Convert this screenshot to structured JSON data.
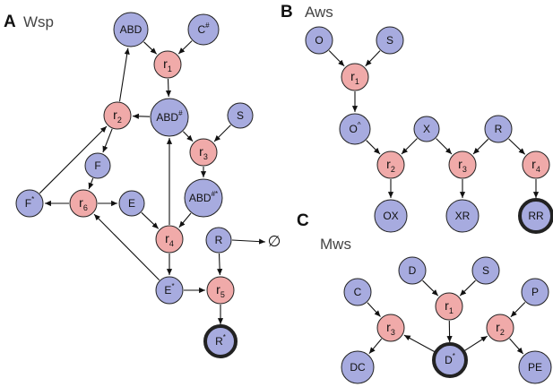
{
  "colors": {
    "species": "#a7abdf",
    "reaction": "#f0aaa9",
    "stroke": "#222222",
    "edge": "#111111"
  },
  "panels": [
    {
      "id": "A",
      "letter": "A",
      "title": "Wsp",
      "nodes": [
        {
          "id": "ABD_top",
          "kind": "species",
          "label": "ABD",
          "sup": ""
        },
        {
          "id": "Cs",
          "kind": "species",
          "label": "C",
          "sup": "#"
        },
        {
          "id": "r1",
          "kind": "reaction",
          "label": "r",
          "sub": "1"
        },
        {
          "id": "ABDs",
          "kind": "species",
          "label": "ABD",
          "sup": "#"
        },
        {
          "id": "r2",
          "kind": "reaction",
          "label": "r",
          "sub": "2"
        },
        {
          "id": "S",
          "kind": "species",
          "label": "S",
          "sup": ""
        },
        {
          "id": "r3",
          "kind": "reaction",
          "label": "r",
          "sub": "3"
        },
        {
          "id": "F",
          "kind": "species",
          "label": "F",
          "sup": ""
        },
        {
          "id": "Fstar",
          "kind": "species",
          "label": "F",
          "sup": "*"
        },
        {
          "id": "r6",
          "kind": "reaction",
          "label": "r",
          "sub": "6"
        },
        {
          "id": "E",
          "kind": "species",
          "label": "E",
          "sup": ""
        },
        {
          "id": "ABDss",
          "kind": "species",
          "label": "ABD",
          "sup": "#*"
        },
        {
          "id": "r4",
          "kind": "reaction",
          "label": "r",
          "sub": "4"
        },
        {
          "id": "R",
          "kind": "species",
          "label": "R",
          "sup": ""
        },
        {
          "id": "Estar",
          "kind": "species",
          "label": "E",
          "sup": "*"
        },
        {
          "id": "r5",
          "kind": "reaction",
          "label": "r",
          "sub": "5"
        },
        {
          "id": "Rstar",
          "kind": "species",
          "label": "R",
          "sup": "*",
          "highlight": true
        }
      ],
      "extra_symbols": [
        {
          "id": "empty",
          "text": "∅"
        }
      ]
    },
    {
      "id": "B",
      "letter": "B",
      "title": "Aws",
      "nodes": [
        {
          "id": "O",
          "kind": "species",
          "label": "O",
          "sup": ""
        },
        {
          "id": "S",
          "kind": "species",
          "label": "S",
          "sup": ""
        },
        {
          "id": "r1",
          "kind": "reaction",
          "label": "r",
          "sub": "1"
        },
        {
          "id": "Ohat",
          "kind": "species",
          "label": "O",
          "sup": "^"
        },
        {
          "id": "X",
          "kind": "species",
          "label": "X",
          "sup": ""
        },
        {
          "id": "R",
          "kind": "species",
          "label": "R",
          "sup": ""
        },
        {
          "id": "r2",
          "kind": "reaction",
          "label": "r",
          "sub": "2"
        },
        {
          "id": "r3",
          "kind": "reaction",
          "label": "r",
          "sub": "3"
        },
        {
          "id": "r4",
          "kind": "reaction",
          "label": "r",
          "sub": "4"
        },
        {
          "id": "OX",
          "kind": "species",
          "label": "OX",
          "sup": ""
        },
        {
          "id": "XR",
          "kind": "species",
          "label": "XR",
          "sup": ""
        },
        {
          "id": "RR",
          "kind": "species",
          "label": "RR",
          "sup": "",
          "highlight": true
        }
      ]
    },
    {
      "id": "C",
      "letter": "C",
      "title": "Mws",
      "nodes": [
        {
          "id": "D",
          "kind": "species",
          "label": "D",
          "sup": ""
        },
        {
          "id": "S",
          "kind": "species",
          "label": "S",
          "sup": ""
        },
        {
          "id": "C",
          "kind": "species",
          "label": "C",
          "sup": ""
        },
        {
          "id": "P",
          "kind": "species",
          "label": "P",
          "sup": ""
        },
        {
          "id": "r1",
          "kind": "reaction",
          "label": "r",
          "sub": "1"
        },
        {
          "id": "r3",
          "kind": "reaction",
          "label": "r",
          "sub": "3"
        },
        {
          "id": "r2",
          "kind": "reaction",
          "label": "r",
          "sub": "2"
        },
        {
          "id": "DC",
          "kind": "species",
          "label": "DC",
          "sup": ""
        },
        {
          "id": "Dstar",
          "kind": "species",
          "label": "D",
          "sup": "*",
          "highlight": true
        },
        {
          "id": "PE",
          "kind": "species",
          "label": "PE",
          "sup": ""
        }
      ]
    }
  ]
}
